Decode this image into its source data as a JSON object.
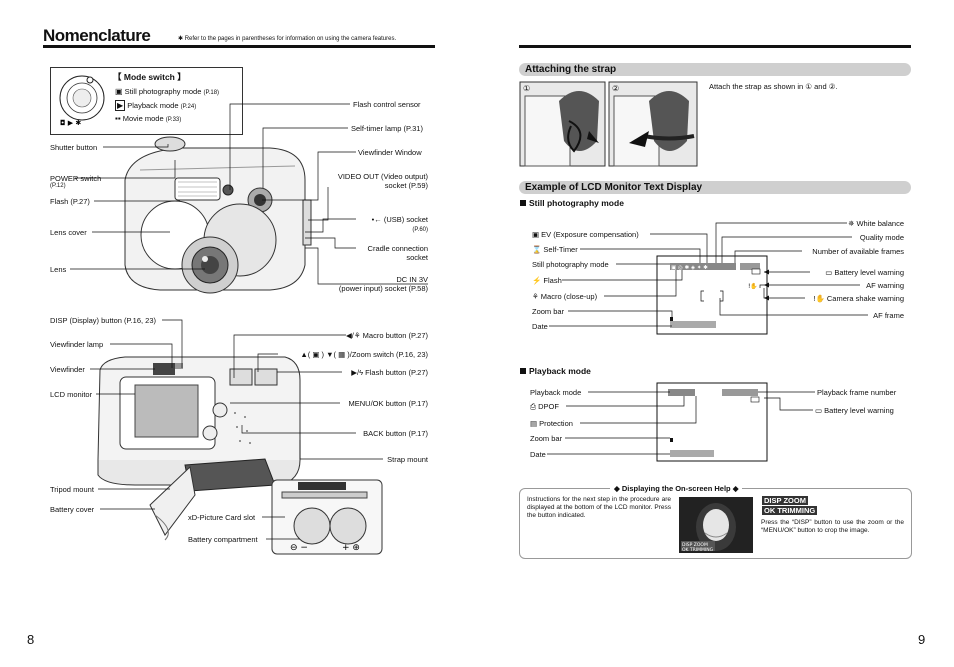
{
  "left": {
    "title": "Nomenclature",
    "note": "✱ Refer to the pages in parentheses for information on using the camera features.",
    "mode_switch": {
      "heading": "【 Mode switch 】",
      "items": [
        {
          "icon": "camera-icon",
          "glyph": "■",
          "label": "Still photography mode ",
          "page": "(P.18)"
        },
        {
          "icon": "playback-icon",
          "glyph": "▶",
          "label": "Playback mode ",
          "page": "(P.24)"
        },
        {
          "icon": "movie-icon",
          "glyph": "☸",
          "label": "Movie mode ",
          "page": "(P.33)"
        }
      ]
    },
    "front_labels": {
      "shutter": "Shutter button",
      "power": "POWER switch",
      "power_page": "(P.12)",
      "flash": "Flash (P.27)",
      "lens_cover": "Lens cover",
      "lens": "Lens",
      "flash_sensor": "Flash control sensor",
      "self_timer_lamp": "Self-timer lamp (P.31)",
      "viewfinder_window": "Viewfinder Window",
      "video_out_1": "VIDEO OUT (Video output)",
      "video_out_2": "socket (P.59)",
      "usb_1": "•← (USB) socket",
      "usb_2": "(P.60)",
      "cradle_1": "Cradle connection",
      "cradle_2": "socket",
      "dc_1": "DC IN 3V",
      "dc_2": "(power input) socket (P.58)"
    },
    "back_labels": {
      "disp": "DISP (Display) button (P.16, 23)",
      "vf_lamp": "Viewfinder lamp",
      "viewfinder": "Viewfinder",
      "lcd": "LCD monitor",
      "tripod": "Tripod mount",
      "battery_cover": "Battery cover",
      "xd_slot": "xD-Picture Card slot",
      "battery_comp": "Battery compartment",
      "macro": "◀/⚘ Macro button (P.27)",
      "zoom": "▲( ▣ ) ▼( ▦ )/Zoom switch (P.16, 23)",
      "flash_btn": "▶/ϟ Flash button (P.27)",
      "menu": "MENU/OK button (P.17)",
      "back": "BACK button (P.17)",
      "strap": "Strap mount"
    },
    "page_number": "8"
  },
  "right": {
    "strap_heading": "Attaching the strap",
    "strap_text": "Attach the strap as shown in ① and ②.",
    "strap_fig1": "①",
    "strap_fig2": "②",
    "lcd_heading": "Example of LCD Monitor Text Display",
    "still_heading": "Still photography mode",
    "still_left": [
      "▣ EV (Exposure compensation)",
      "⌛ Self-Timer",
      "Still photography mode",
      "⚡ Flash",
      "⚘ Macro (close-up)",
      "Zoom bar",
      "Date"
    ],
    "still_right": [
      "✵ White balance",
      "Quality mode",
      "Number of available frames",
      "▭ Battery level warning",
      "AF warning",
      "!✋ Camera shake warning",
      "AF frame"
    ],
    "play_heading": "Playback mode",
    "play_left": [
      "Playback mode",
      "⎙ DPOF",
      "▤ Protection",
      "Zoom bar",
      "Date"
    ],
    "play_right": [
      "Playback frame number",
      "▭ Battery level warning"
    ],
    "help_heading": "◆ Displaying the On-screen Help ◆",
    "help_text": "Instructions for the next step in the procedure are displayed at the bottom of the LCD monitor. Press the button indicated.",
    "help_right_text": "Press the “DISP” button to use the zoom or the “MENU/OK” button to crop the image.",
    "help_disp": "DISP ZOOM",
    "help_ok": "OK TRIMMING",
    "page_number": "9"
  },
  "colors": {
    "pill": "#cfcfcf",
    "lcd_bg": "#ffffff",
    "zoom_bar": "#aaaaaa"
  }
}
